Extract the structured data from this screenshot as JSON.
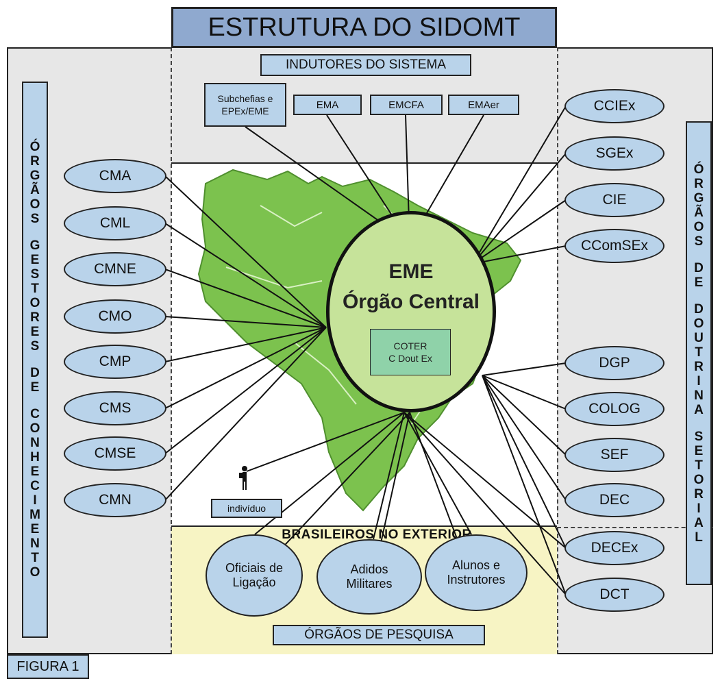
{
  "title": "ESTRUTURA DO SIDOMT",
  "figure_label": "FIGURA 1",
  "inductors_header": "INDUTORES DO SISTEMA",
  "inductors": [
    "Subchefias e EPEx/EME",
    "EMA",
    "EMCFA",
    "EMAer"
  ],
  "left_column_label": "ÓRGÃOS GESTORES DE CONHECIMENTO",
  "right_column_label": "ÓRGÃOS DE DOUTRINA SETORIAL",
  "left_nodes": [
    "CMA",
    "CML",
    "CMNE",
    "CMO",
    "CMP",
    "CMS",
    "CMSE",
    "CMN"
  ],
  "right_nodes_top": [
    "CCIEx",
    "SGEx",
    "CIE",
    "CComSEx"
  ],
  "right_nodes_bottom": [
    "DGP",
    "COLOG",
    "SEF",
    "DEC",
    "DECEx",
    "DCT"
  ],
  "central": {
    "title": "EME",
    "subtitle": "Órgão Central",
    "inner": [
      "COTER",
      "C Dout Ex"
    ]
  },
  "individual": "indivíduo",
  "abroad_header": "BRASILEIROS NO EXTERIOR",
  "abroad_nodes": [
    [
      "Oficiais de",
      "Ligação"
    ],
    [
      "Adidos",
      "Militares"
    ],
    [
      "Alunos e",
      "Instrutores"
    ]
  ],
  "research_label": "ÓRGÃOS DE PESQUISA",
  "colors": {
    "box_fill": "#b9d3ea",
    "title_fill": "#8fa9cf",
    "map_green": "#7cc24e",
    "central_fill": "#c6e39a",
    "abroad_fill": "#f7f4c4"
  }
}
